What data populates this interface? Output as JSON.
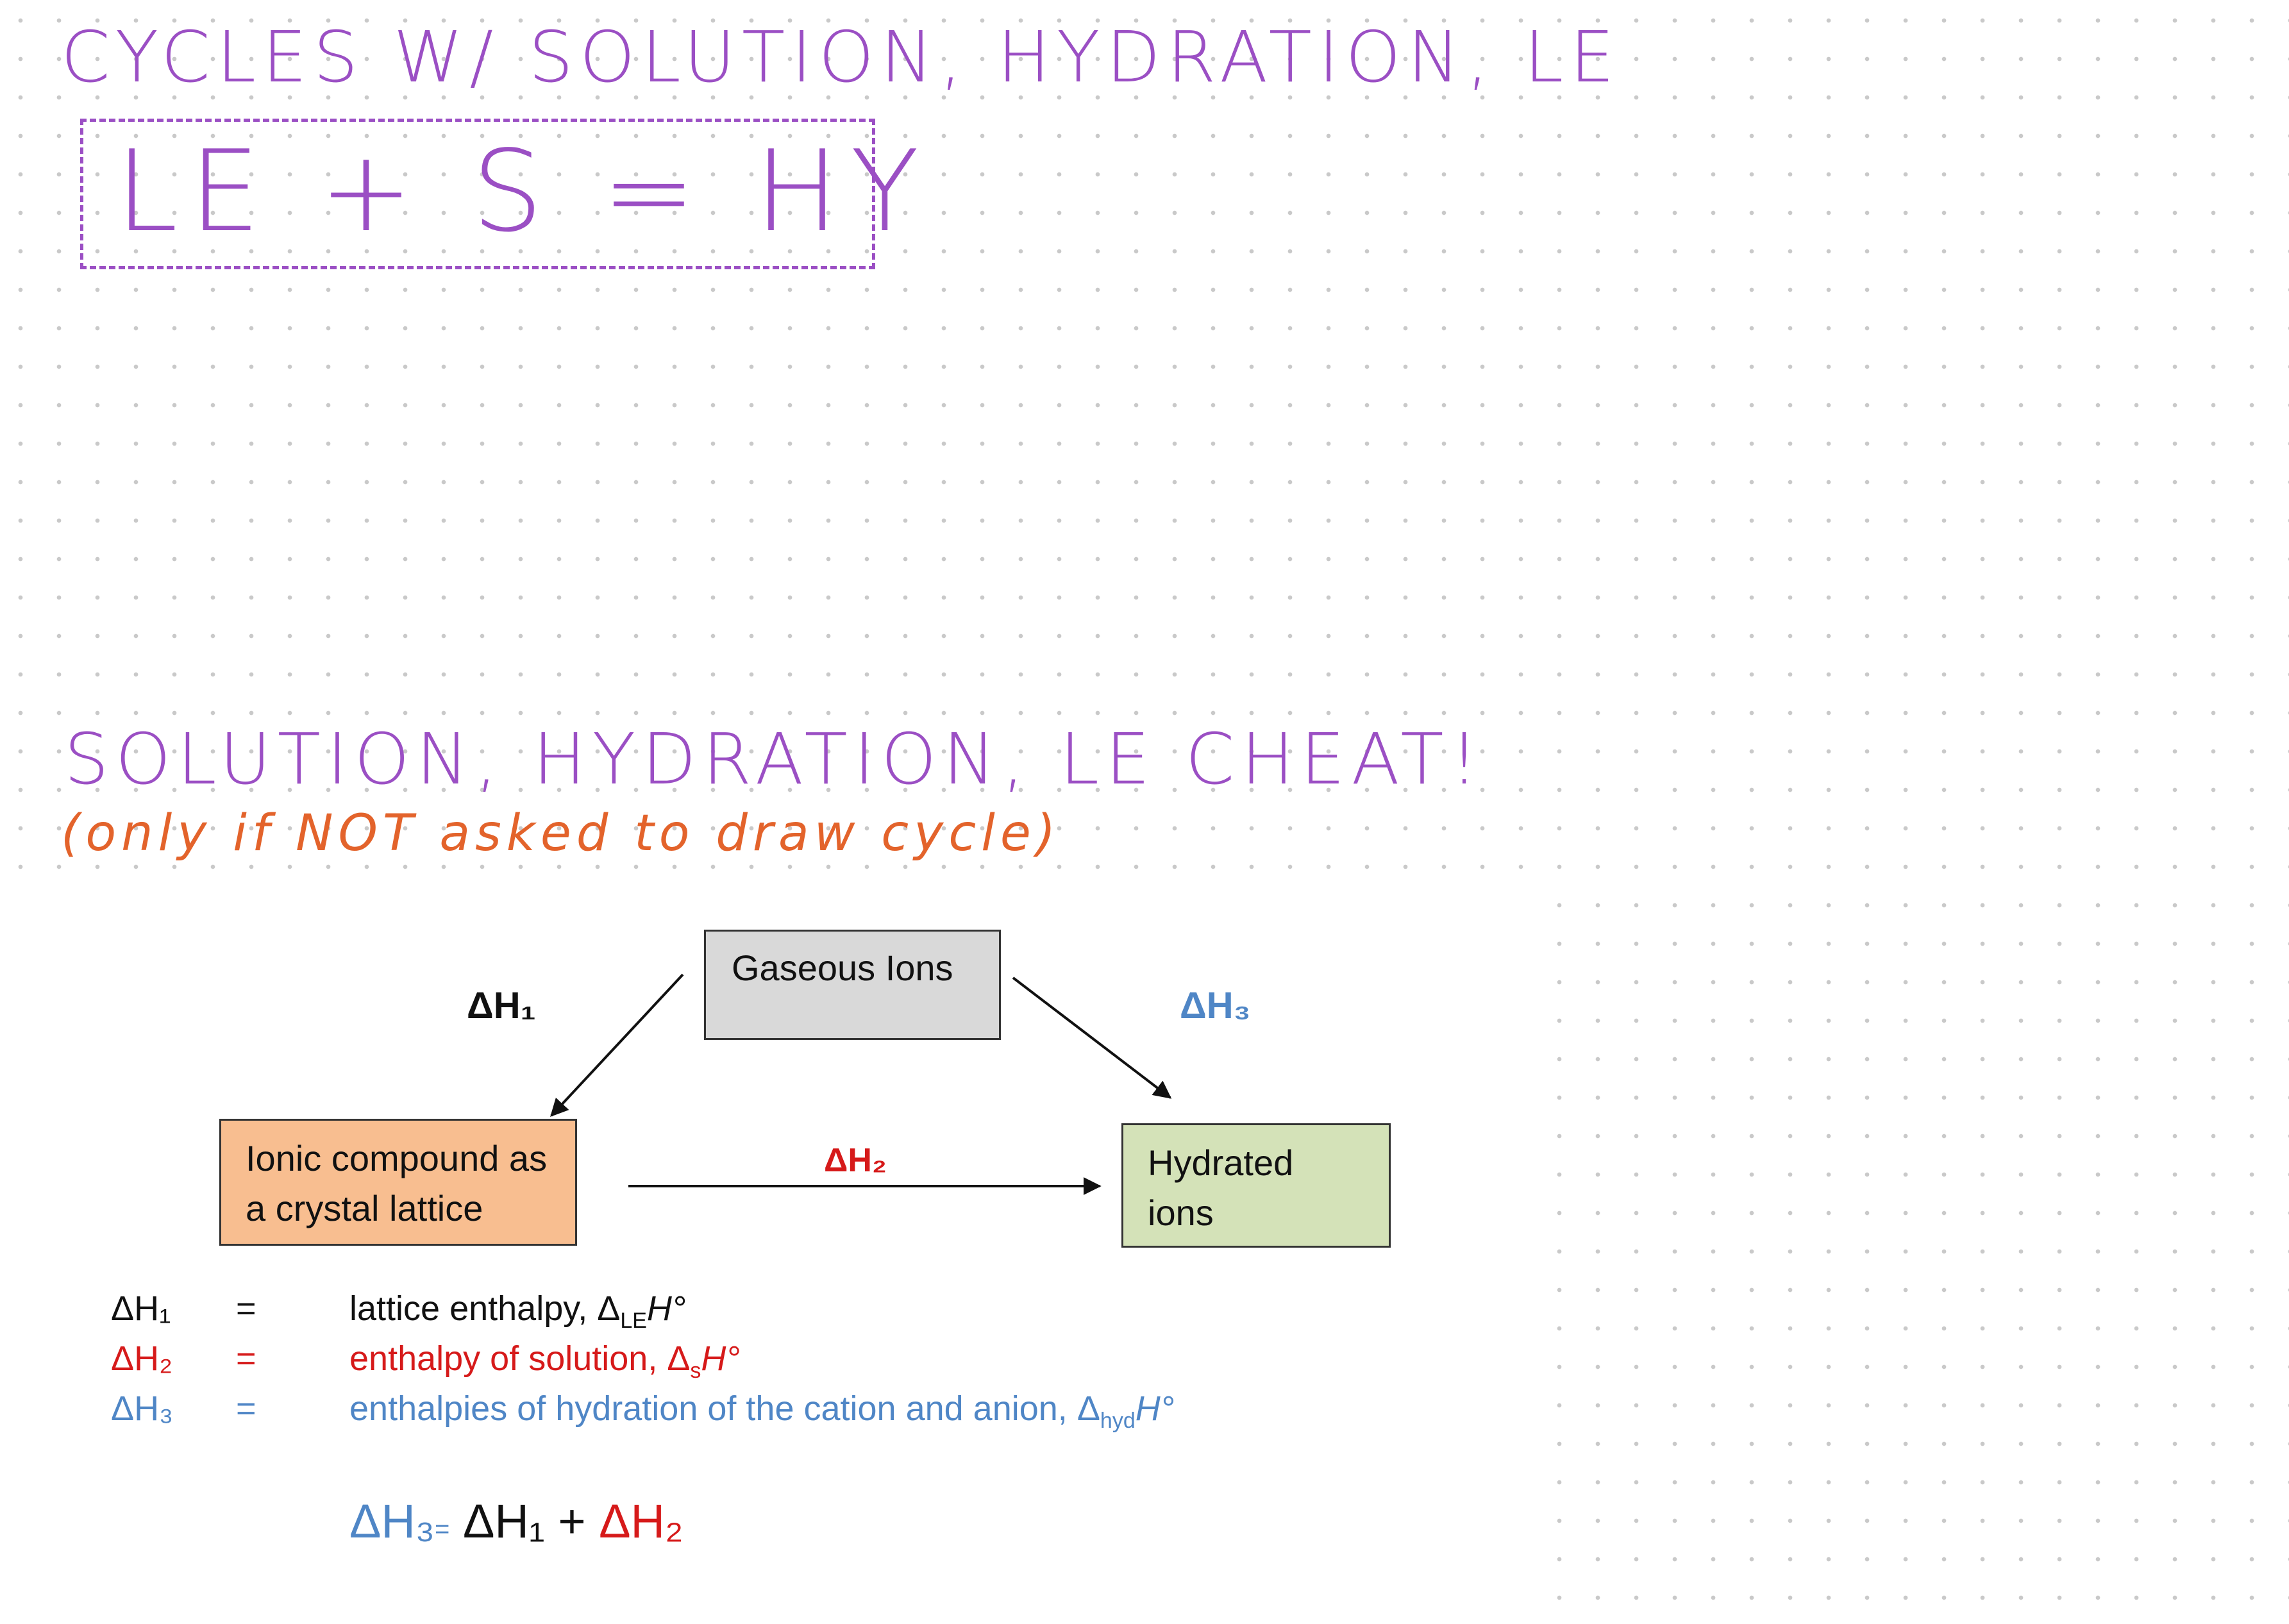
{
  "handwritten": {
    "title": "CYCLES W/ SOLUTION, HYDRATION, LE",
    "boxed_equation": "LE + S  =  HY",
    "cheat_title": "SOLUTION, HYDRATION, LE CHEAT!",
    "note": "(only if NOT asked to draw cycle)"
  },
  "cycle": {
    "top_box": "Gaseous Ions",
    "left_box_line1": "Ionic compound as",
    "left_box_line2": "a crystal lattice",
    "right_box_line1": "Hydrated",
    "right_box_line2": "ions",
    "arrow_h1": "ΔH₁",
    "arrow_h2": "ΔH₂",
    "arrow_h3": "ΔH₃"
  },
  "legend": [
    {
      "symbol": "ΔH₁",
      "eq": "=",
      "desc": "lattice enthalpy, ",
      "sub": "LE",
      "tail": "H°"
    },
    {
      "symbol": "ΔH₂",
      "eq": "=",
      "desc": "enthalpy of solution, ",
      "sub": "s",
      "tail": "H°"
    },
    {
      "symbol": "ΔH₃",
      "eq": "=",
      "desc": "enthalpies of hydration of the cation and anion, ",
      "sub": "hyd",
      "tail": "H°"
    }
  ],
  "formula": {
    "lhs": "ΔH₃",
    "eq": "=",
    "h1": "ΔH₁",
    "plus": " + ",
    "h2": "ΔH₂"
  },
  "colors": {
    "handwriting_purple": "#9b4fc4",
    "handwriting_orange": "#e3632b",
    "red": "#d61a1a",
    "blue": "#4f86c6",
    "gas_box": "#d9d9d9",
    "ionic_box": "#f8be90",
    "hydrated_box": "#d4e2b8"
  }
}
